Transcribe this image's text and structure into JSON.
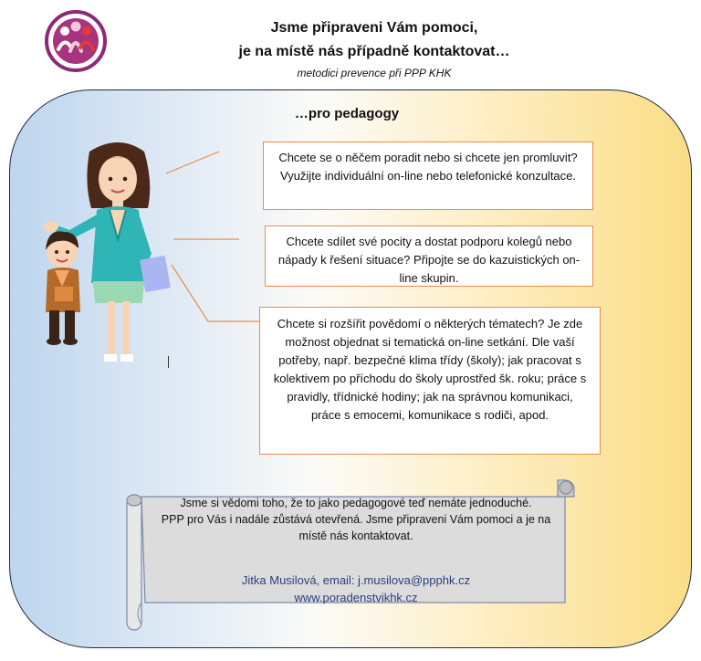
{
  "header": {
    "title_line1": "Jsme připraveni Vám pomoci,",
    "title_line2": "je na místě nás případně kontaktovat…",
    "subtitle": "metodici prevence při PPP KHK"
  },
  "section": {
    "title": "…pro pedagogy"
  },
  "callouts": [
    {
      "text": "Chcete se o něčem poradit nebo si chcete jen promluvit? Využijte individuální on-line nebo telefonické konzultace."
    },
    {
      "text": "Chcete sdílet své pocity a dostat podporu kolegů nebo nápady k řešení situace? Připojte se do kazuistických on-line skupin."
    },
    {
      "text": "Chcete si rozšířit povědomí o některých tématech? Je zde možnost objednat si tematická on-line setkání. Dle vaší potřeby, např. bezpečné klima třídy (školy); jak pracovat s kolektivem po příchodu do školy uprostřed šk. roku; práce s pravidly, třídnické hodiny; jak na správnou komunikaci, práce s emocemi, komunikace s rodiči, apod."
    }
  ],
  "scroll": {
    "line1": "Jsme si vědomi toho, že to jako pedagogové teď nemáte jednoduché.",
    "line2": "PPP pro Vás i nadále zůstává otevřená. Jsme připraveni Vám pomoci a je na místě nás kontaktovat.",
    "contact_name": "Jitka Musilová, email: j.musilova@ppphk.cz",
    "website": "www.poradenstvikhk.cz"
  },
  "colors": {
    "logo_purple": "#8b2a78",
    "logo_red": "#e03a3a",
    "callout_border": "#ec8c48",
    "panel_left": "#bdd5ee",
    "panel_right": "#fbdd86",
    "contact_text": "#2b3f7e"
  },
  "icons": {
    "logo": "family-circle-logo",
    "teacher": "teacher-illustration",
    "child": "child-illustration"
  }
}
